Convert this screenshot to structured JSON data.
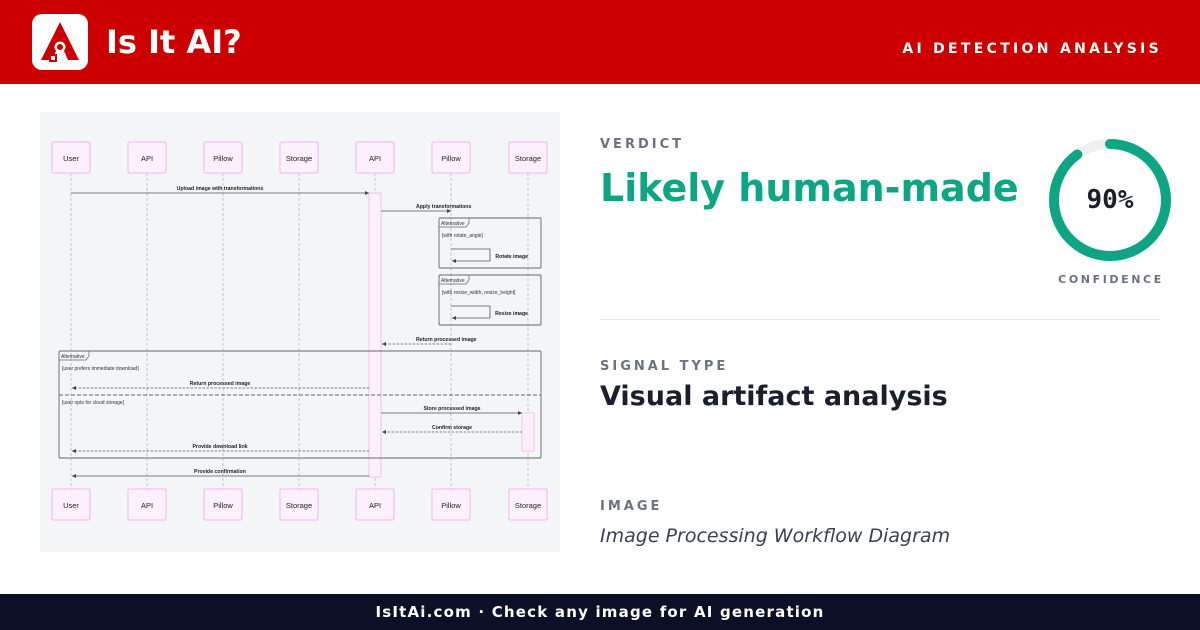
{
  "header": {
    "brand": "Is It AI?",
    "tagline": "AI DETECTION ANALYSIS",
    "logo_icon": "aperture-a-logo-icon",
    "brand_color": "#cc0000"
  },
  "preview": {
    "participants": [
      "User",
      "API",
      "Pillow",
      "Storage",
      "API",
      "Pillow",
      "Storage"
    ],
    "messages": [
      "Upload image with transformations",
      "Apply transformations",
      "Rotate image",
      "Resize image",
      "Return processed image",
      "Return processed image",
      "Store processed image",
      "Confirm storage",
      "Provide download link",
      "Provide confirmation"
    ],
    "alt_label": "Alternative",
    "conditions": [
      "[with rotate_angle]",
      "[with resize_width, resize_height]",
      "[user prefers immediate download]",
      "[user opts for cloud storage]"
    ]
  },
  "verdict": {
    "label": "VERDICT",
    "value": "Likely human-made",
    "confidence_text": "90%",
    "confidence": 0.9,
    "confidence_label": "CONFIDENCE",
    "color": "#0ea584"
  },
  "signal": {
    "label": "SIGNAL TYPE",
    "value": "Visual artifact analysis"
  },
  "image": {
    "label": "IMAGE",
    "title": "Image Processing Workflow Diagram"
  },
  "footer": {
    "text": "IsItAi.com · Check any image for AI generation"
  }
}
